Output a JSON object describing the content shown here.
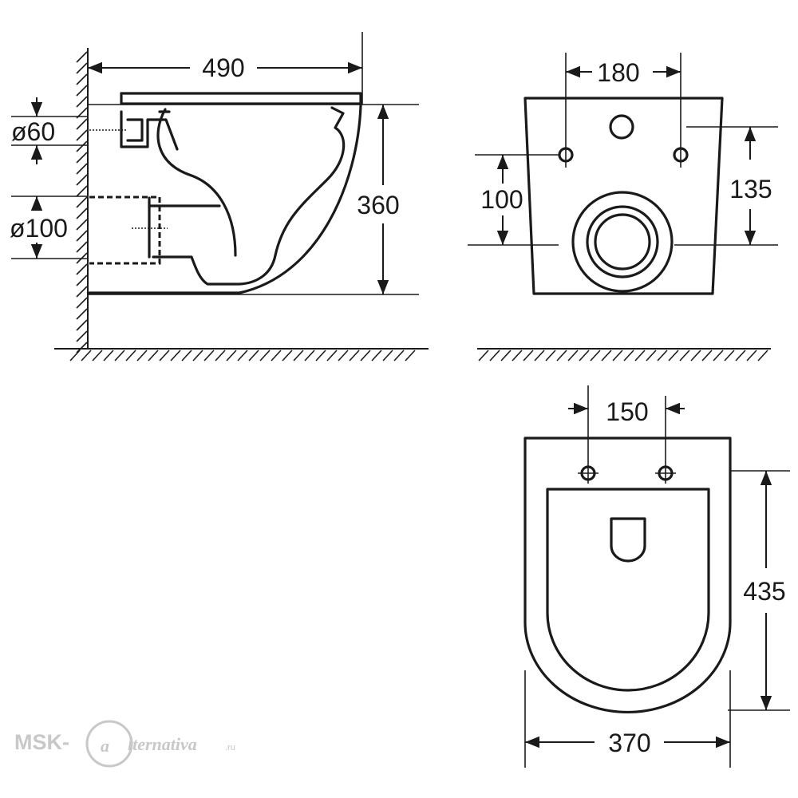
{
  "side_view": {
    "dim_length": "490",
    "dim_height": "360",
    "dim_inlet_diameter": "ø60",
    "dim_outlet_diameter": "ø100"
  },
  "rear_view": {
    "dim_bolt_spacing": "180",
    "dim_bolt_height": "100",
    "dim_outlet_height": "135"
  },
  "top_view": {
    "dim_seat_holes": "150",
    "dim_depth": "435",
    "dim_width": "370"
  },
  "watermark": {
    "brand": "MSK-",
    "logo_letter": "a",
    "name": "lternativa",
    "tld": ".ru"
  }
}
